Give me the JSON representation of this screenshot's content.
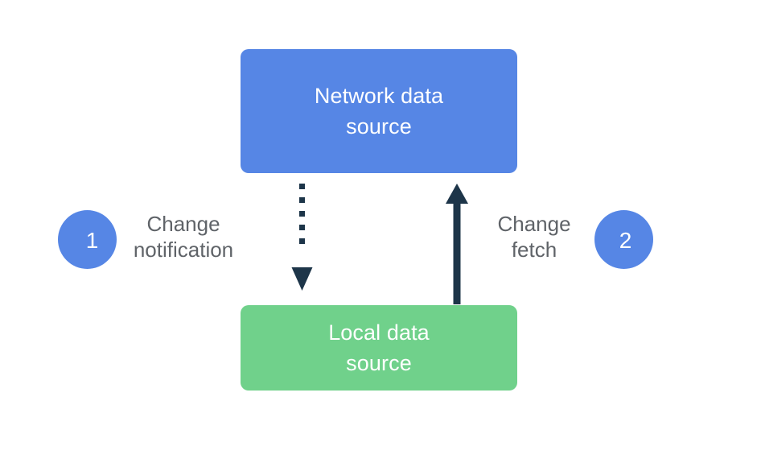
{
  "diagram": {
    "title_text": "",
    "background_color": "#ffffff",
    "nodes": [
      {
        "id": "network-data-source",
        "label": "Network data\nsource",
        "fill": "#5686e5",
        "text_color": "#ffffff"
      },
      {
        "id": "local-data-source",
        "label": "Local data\nsource",
        "fill": "#70d18b",
        "text_color": "#ffffff"
      }
    ],
    "badges": [
      {
        "id": "step-1",
        "number": "1",
        "fill": "#5686e5",
        "text_color": "#ffffff"
      },
      {
        "id": "step-2",
        "number": "2",
        "fill": "#5686e5",
        "text_color": "#ffffff"
      }
    ],
    "edges": [
      {
        "id": "change-notification",
        "label": "Change\nnotification",
        "label_color": "#5f6368",
        "style": "dotted",
        "direction": "network-to-local",
        "stroke": "#1d3549"
      },
      {
        "id": "change-fetch",
        "label": "Change\nfetch",
        "label_color": "#5f6368",
        "style": "solid",
        "direction": "local-to-network",
        "stroke": "#1d3549"
      }
    ]
  }
}
